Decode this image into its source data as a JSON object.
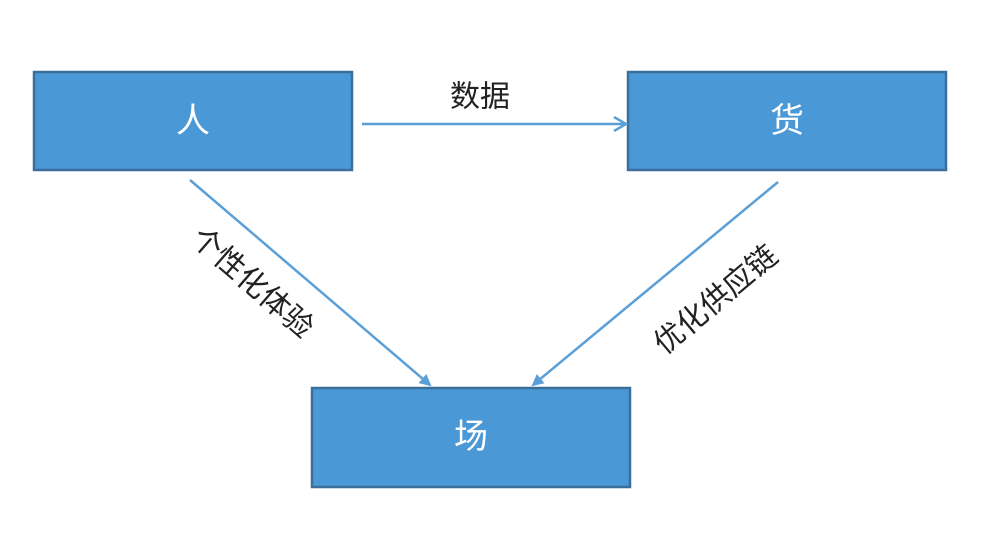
{
  "nodes": {
    "person": "人",
    "goods": "货",
    "place": "场"
  },
  "edges": {
    "person_goods": "数据",
    "person_place": "个性化体验",
    "goods_place": "优化供应链"
  },
  "colors": {
    "box_fill": "#4b98d6",
    "box_stroke": "#3b6f9b",
    "arrow": "#5a9fd8"
  }
}
